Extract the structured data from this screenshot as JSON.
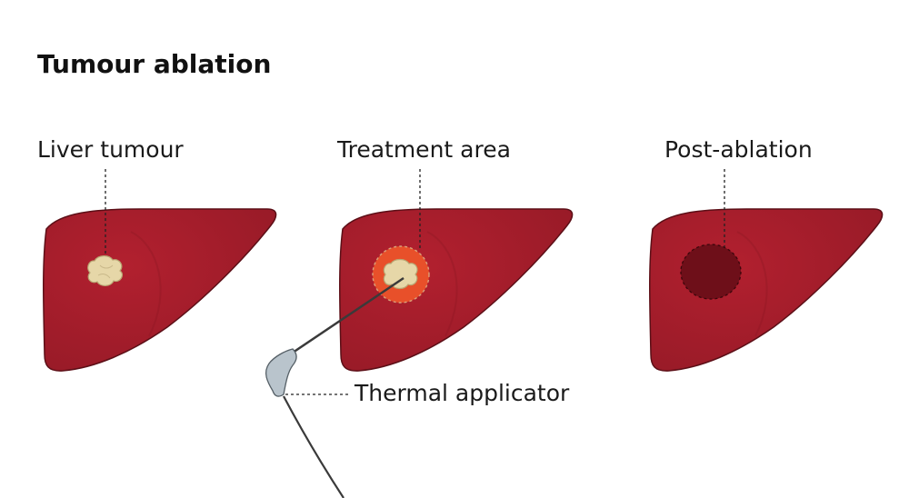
{
  "title": "Tumour ablation",
  "panels": [
    {
      "label": "Liver tumour"
    },
    {
      "label": "Treatment area"
    },
    {
      "label": "Post-ablation"
    }
  ],
  "applicator_label": "Thermal applicator",
  "colors": {
    "liver": "#a71d2a",
    "liver_edge": "#5c0f17",
    "tumour": "#e6d7a8",
    "treatment_zone": "#e8502a",
    "ablated_zone": "#6e0f19",
    "applicator": "#b9c4cc",
    "leader_line": "#222222"
  }
}
